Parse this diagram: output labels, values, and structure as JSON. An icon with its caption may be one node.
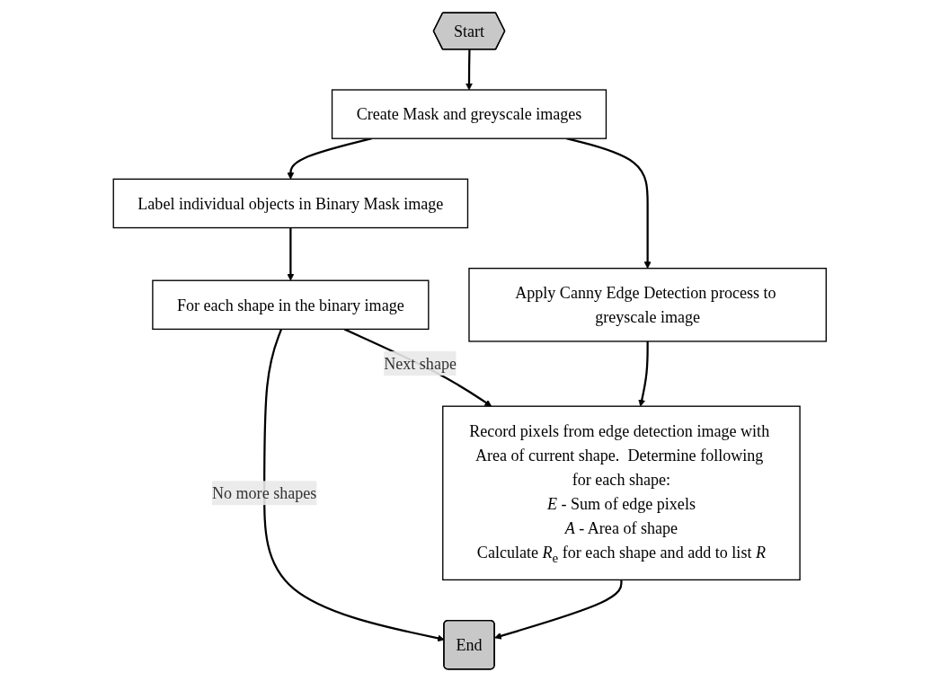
{
  "diagram": {
    "nodes": [
      {
        "text": [
          "Start"
        ]
      },
      {
        "text": [
          "Create Mask and greyscale images"
        ]
      },
      {
        "text": [
          "Label individual objects in Binary Mask image"
        ]
      },
      {
        "text": [
          "Apply Canny Edge Detection process to greyscale image"
        ]
      },
      {
        "text": [
          "For each shape in the binary image"
        ]
      },
      {
        "text": [
          "Record pixels from edge detection image with Area of current shape.  Determine following for each shape:",
          "*E* - Sum of edge pixels",
          "*A* - Area of shape",
          "Calculate *R*$_{e}$ for each shape and add to list *R*"
        ]
      },
      {
        "text": [
          "End"
        ]
      }
    ],
    "edges": [
      {
        "from": 0,
        "to": 1,
        "arrow": "to"
      },
      {
        "from": 1,
        "to": 2,
        "arrow": "to"
      },
      {
        "from": 1,
        "to": 3,
        "arrow": "to"
      },
      {
        "from": 2,
        "to": 4,
        "arrow": "to"
      },
      {
        "from": 4,
        "to": 5,
        "arrow": "to",
        "label": "Next shape"
      },
      {
        "from": 4,
        "to": 6,
        "arrow": "to",
        "label": "No more shapes"
      },
      {
        "from": 3,
        "to": 5,
        "arrow": "to"
      },
      {
        "from": 5,
        "to": 6,
        "arrow": "to"
      }
    ]
  }
}
